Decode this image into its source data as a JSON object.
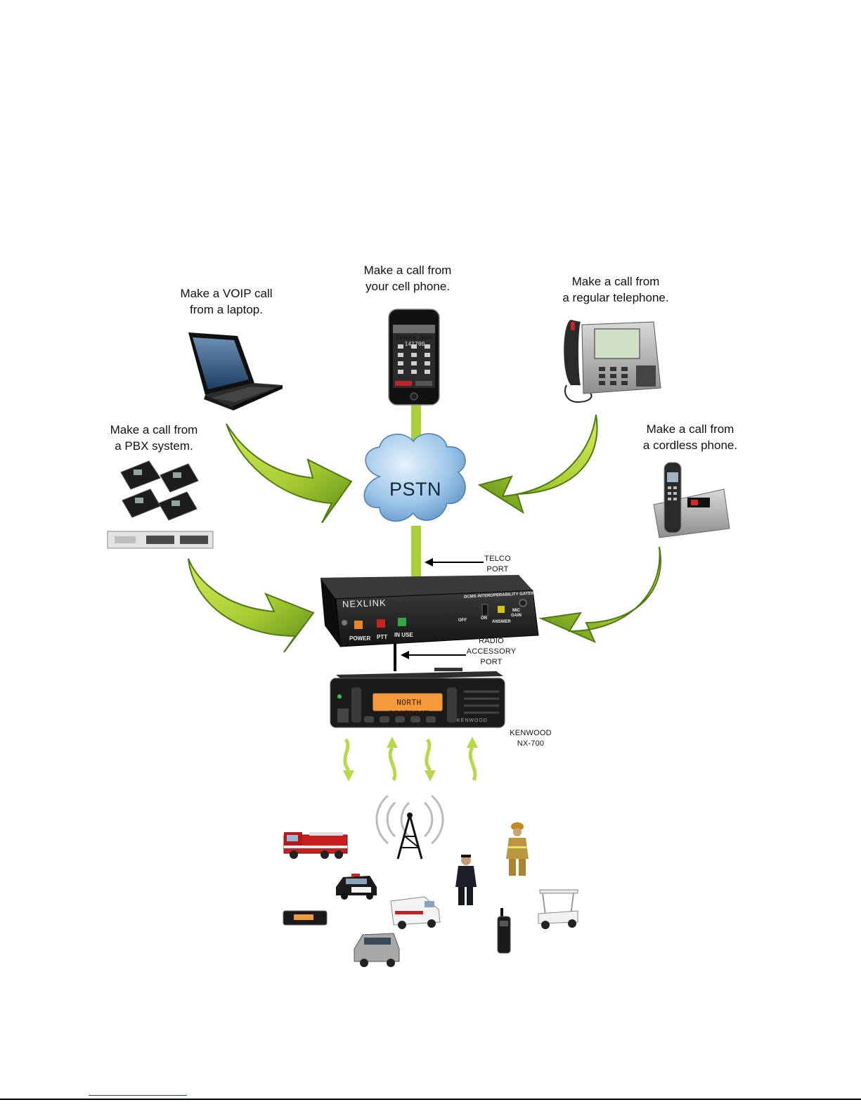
{
  "labels": {
    "laptop": [
      "Make a VOIP call",
      "from a laptop."
    ],
    "cell": [
      "Make a call from",
      "your cell phone."
    ],
    "telephone": [
      "Make a call from",
      "a regular telephone."
    ],
    "pbx": [
      "Make a call from",
      "a PBX system."
    ],
    "cordless": [
      "Make a call from",
      "a cordless phone."
    ]
  },
  "network": {
    "pstn": "PSTN"
  },
  "ports": {
    "telco": [
      "TELCO",
      "PORT"
    ],
    "radio_accessory": [
      "RADIO",
      "ACCESSORY",
      "PORT"
    ]
  },
  "gateway": {
    "brand": "NEXLINK",
    "subtitle": "DCMS INTEROPERABILITY GATEWAY",
    "leds": [
      "POWER",
      "PTT",
      "IN USE"
    ],
    "switch_off": "OFF",
    "switch_on": "ON",
    "answer": "ANSWER",
    "mic_gain": [
      "MIC",
      "GAIN"
    ]
  },
  "radio": {
    "display": "NORTH DISTRICT",
    "brand": "KENWOOD",
    "caption": [
      "KENWOOD",
      "NX-700"
    ]
  },
  "cell_phone": {
    "screen": [
      "Remote Base",
      "141700"
    ]
  },
  "colors": {
    "arrow_light": "#c5df3f",
    "arrow_dark": "#4f7a12",
    "link_green": "#a6d13a",
    "cloud": "#8fbfe4",
    "device_dark": "#1b1b1b",
    "led_power": "#e8852a",
    "led_ptt": "#c9231f",
    "led_inuse": "#31a645",
    "radio_display": "#f39a3b"
  },
  "icons": [
    "laptop-icon",
    "cell-phone-icon",
    "desk-phone-icon",
    "pbx-icon",
    "cordless-phone-icon",
    "cloud-icon",
    "gateway-box",
    "mobile-radio",
    "radio-tower-icon",
    "fire-truck-icon",
    "police-car-icon",
    "ambulance-icon",
    "firefighter-icon",
    "police-officer-icon",
    "golf-cart-icon",
    "handheld-radio-icon",
    "mobile-radio-small-icon",
    "van-icon"
  ]
}
